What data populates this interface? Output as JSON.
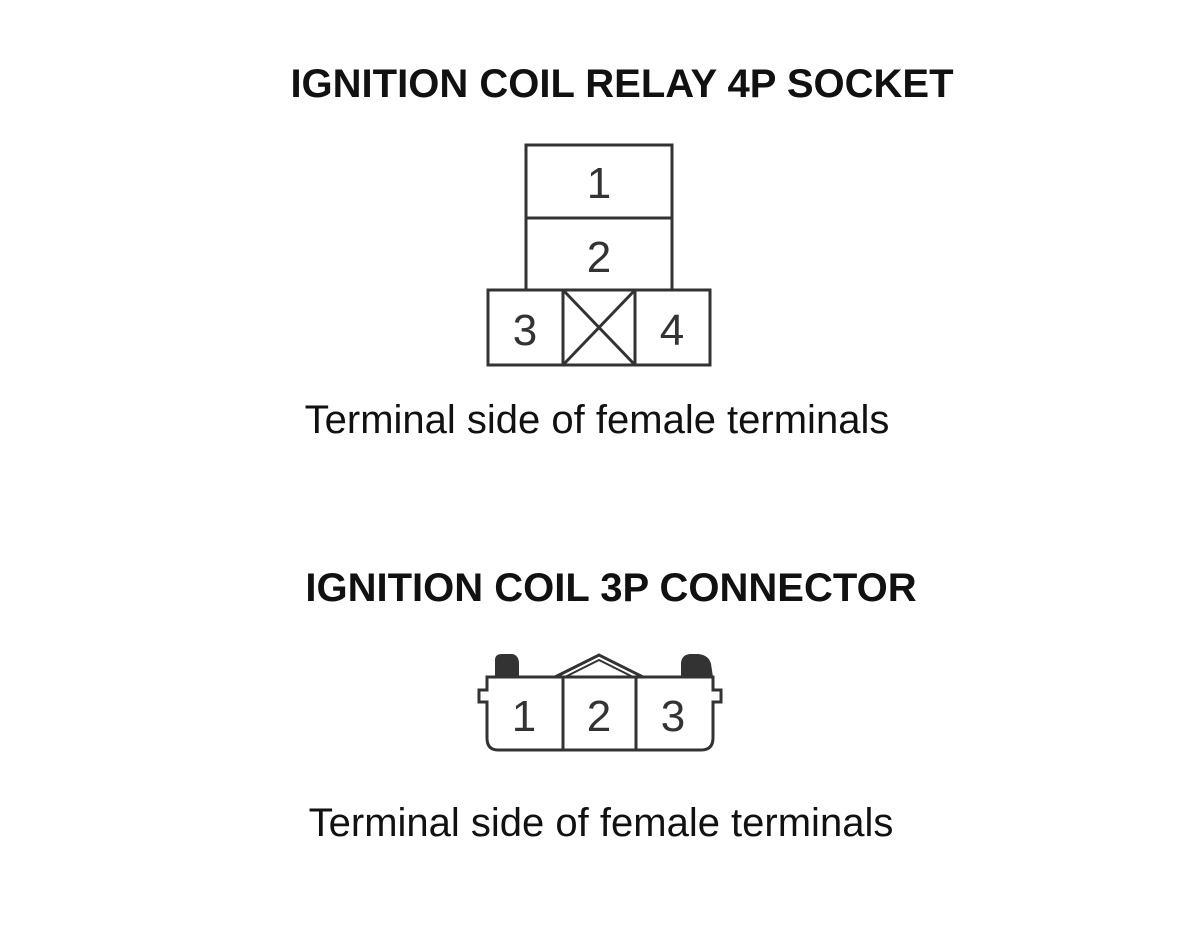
{
  "relay_socket": {
    "title": "IGNITION COIL RELAY 4P SOCKET",
    "caption": "Terminal side of female terminals",
    "pins": {
      "p1": "1",
      "p2": "2",
      "p3": "3",
      "p4": "4"
    }
  },
  "coil_connector": {
    "title": "IGNITION COIL 3P CONNECTOR",
    "caption": "Terminal side of female terminals",
    "pins": {
      "p1": "1",
      "p2": "2",
      "p3": "3"
    }
  }
}
